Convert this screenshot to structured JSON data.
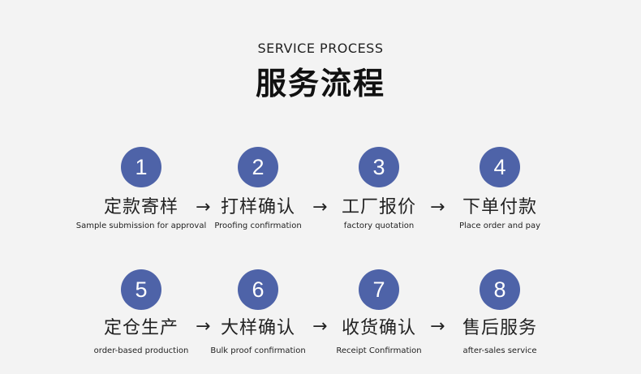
{
  "header": {
    "subtitle": "SERVICE PROCESS",
    "title": "服务流程"
  },
  "steps": [
    {
      "num": "1",
      "cn": "定款寄样",
      "en": "Sample submission for approval"
    },
    {
      "num": "2",
      "cn": "打样确认",
      "en": "Proofing confirmation"
    },
    {
      "num": "3",
      "cn": "工厂报价",
      "en": "factory quotation"
    },
    {
      "num": "4",
      "cn": "下单付款",
      "en": "Place order and pay"
    },
    {
      "num": "5",
      "cn": "定仓生产",
      "en": "order-based production"
    },
    {
      "num": "6",
      "cn": "大样确认",
      "en": "Bulk proof confirmation"
    },
    {
      "num": "7",
      "cn": "收货确认",
      "en": "Receipt Confirmation"
    },
    {
      "num": "8",
      "cn": "售后服务",
      "en": "after-sales service"
    }
  ],
  "arrow_glyph": "→",
  "colors": {
    "background": "#f3f3f3",
    "circle": "#4e63a8",
    "text": "#222222"
  }
}
